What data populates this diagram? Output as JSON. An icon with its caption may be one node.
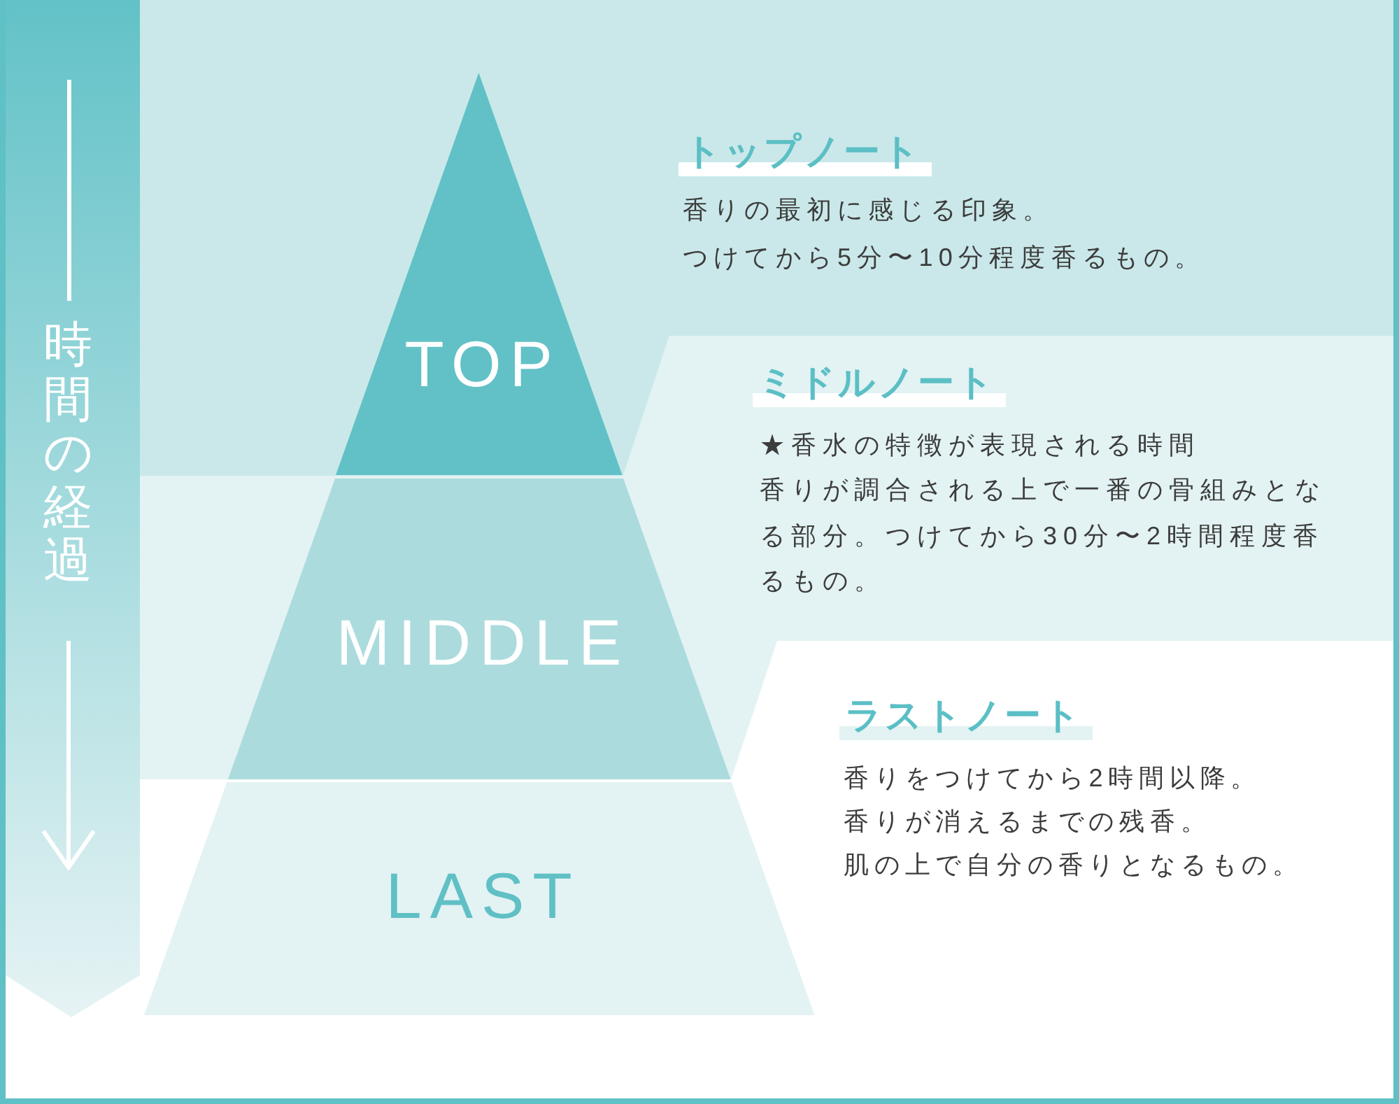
{
  "diagram": {
    "nodes": [
      {
        "text": [
          "時間の経過"
        ]
      },
      {
        "text": [
          "TOP"
        ],
        "beside": [
          "トップノート",
          "香りの最初に感じる印象。",
          "つけてから5分〜10分程度香るもの。"
        ]
      },
      {
        "text": [
          "MIDDLE"
        ],
        "beside": [
          "ミドルノート",
          "★香水の特徴が表現される時間",
          "香りが調合される上で一番の骨組みとなる部分。つけてから30分〜2時間程度香るもの。"
        ]
      },
      {
        "text": [
          "LAST"
        ],
        "beside": [
          "ラストノート",
          "香りをつけてから2時間以降。",
          "香りが消えるまでの残香。",
          "肌の上で自分の香りとなるもの。"
        ]
      }
    ]
  }
}
